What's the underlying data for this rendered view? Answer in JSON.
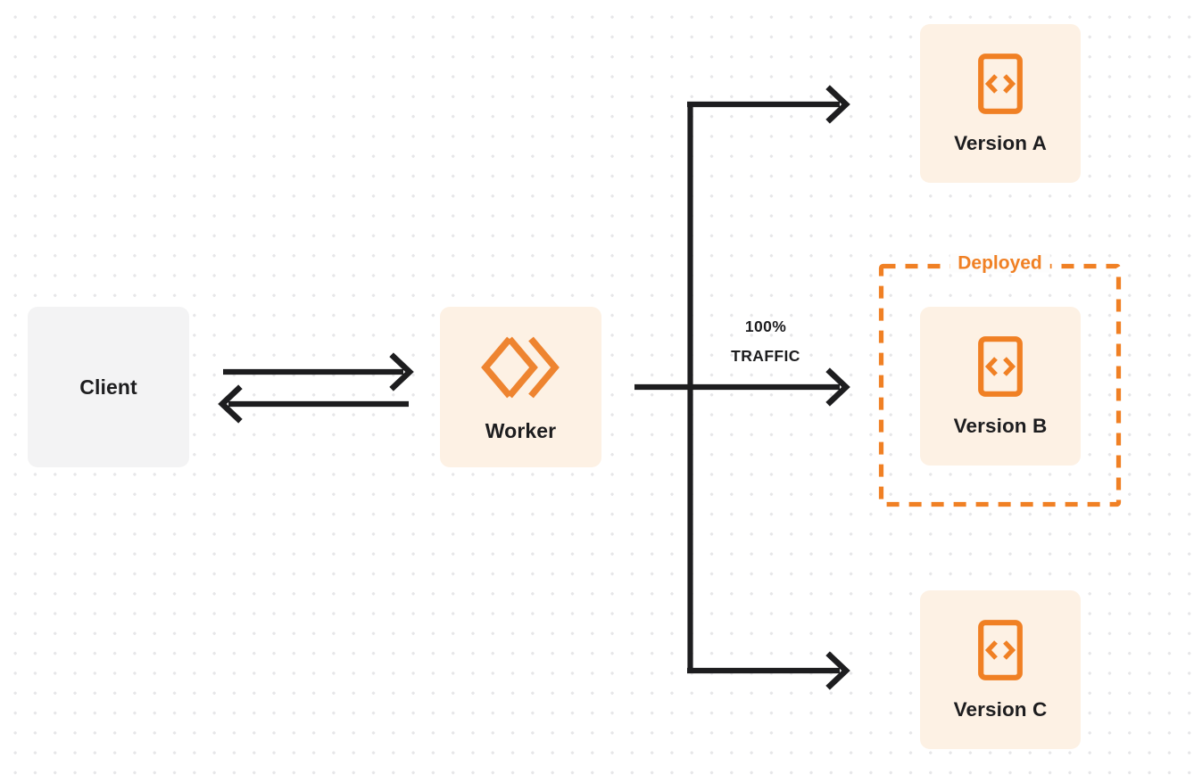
{
  "diagram": {
    "title": "Worker version traffic routing",
    "background": {
      "color": "#ffffff",
      "dot_color": "#e6e6e8",
      "pattern": "dot-grid"
    },
    "colors": {
      "orange": "#f08024",
      "card_bg": "#fdf1e4",
      "client_bg": "#f3f3f4",
      "text": "#1d1d1f",
      "connector": "#1d1d1f"
    }
  },
  "client": {
    "label": "Client"
  },
  "worker": {
    "label": "Worker",
    "icon": "cloudflare-workers-logo"
  },
  "traffic": {
    "percent_line": "100%",
    "unit_line": "TRAFFIC"
  },
  "deployed_group": {
    "label": "Deployed",
    "border_style": "dashed",
    "contains": "Version B"
  },
  "versions": [
    {
      "id": "a",
      "label": "Version A",
      "icon": "code-file-icon",
      "deployed": false
    },
    {
      "id": "b",
      "label": "Version B",
      "icon": "code-file-icon",
      "deployed": true
    },
    {
      "id": "c",
      "label": "Version C",
      "icon": "code-file-icon",
      "deployed": false
    }
  ],
  "connectors": [
    {
      "name": "client-to-worker",
      "direction": "right"
    },
    {
      "name": "worker-to-client",
      "direction": "left"
    },
    {
      "name": "worker-to-version-a",
      "direction": "right"
    },
    {
      "name": "worker-to-version-b",
      "direction": "right"
    },
    {
      "name": "worker-to-version-c",
      "direction": "right"
    }
  ]
}
